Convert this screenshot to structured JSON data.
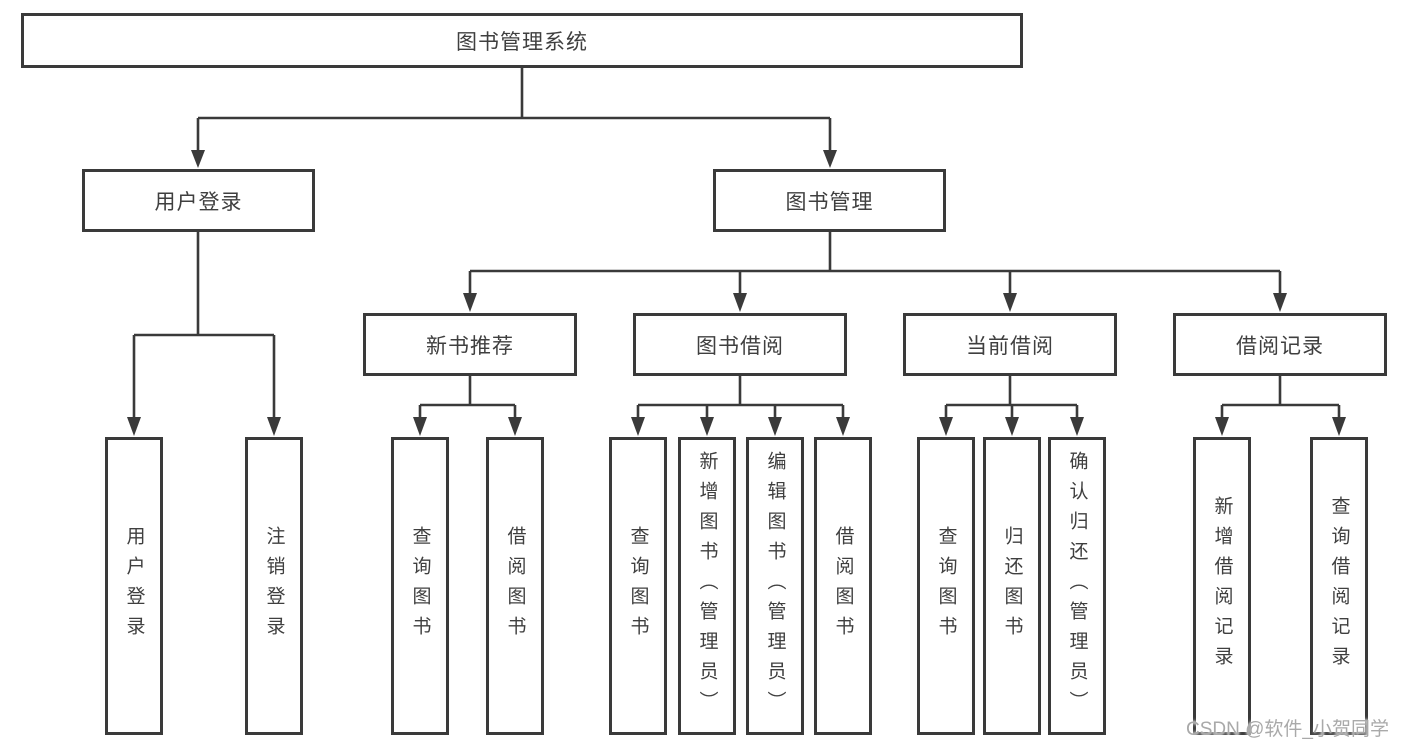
{
  "tree": {
    "label": "图书管理系统",
    "children": [
      {
        "label": "用户登录",
        "children": [
          {
            "label": "用户登录"
          },
          {
            "label": "注销登录"
          }
        ]
      },
      {
        "label": "图书管理",
        "children": [
          {
            "label": "新书推荐",
            "children": [
              {
                "label": "查询图书"
              },
              {
                "label": "借阅图书"
              }
            ]
          },
          {
            "label": "图书借阅",
            "children": [
              {
                "label": "查询图书"
              },
              {
                "label": "新增图书（管理员）"
              },
              {
                "label": "编辑图书（管理员）"
              },
              {
                "label": "借阅图书"
              }
            ]
          },
          {
            "label": "当前借阅",
            "children": [
              {
                "label": "查询图书"
              },
              {
                "label": "归还图书"
              },
              {
                "label": "确认归还（管理员）"
              }
            ]
          },
          {
            "label": "借阅记录",
            "children": [
              {
                "label": "新增借阅记录"
              },
              {
                "label": "查询借阅记录"
              }
            ]
          }
        ]
      }
    ]
  },
  "watermark": "CSDN @软件_小贺同学",
  "colors": {
    "line": "#3a3a3a",
    "text": "#3f3f3f",
    "background": "#ffffff",
    "watermark": "#a9a9a9"
  }
}
